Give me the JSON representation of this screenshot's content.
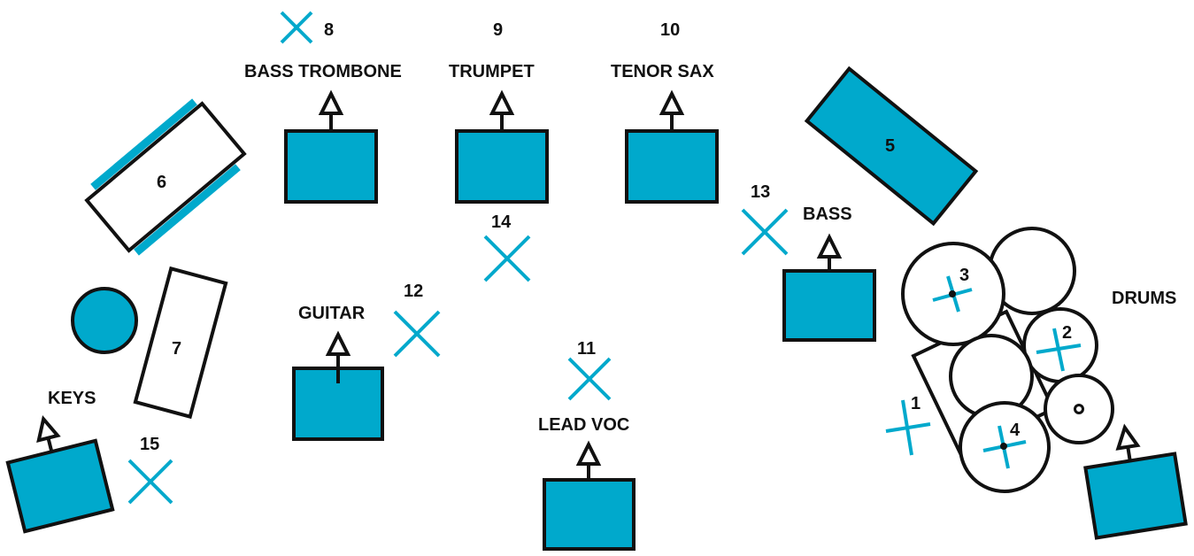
{
  "colors": {
    "accent": "#00a9cc",
    "ink": "#111111",
    "background": "#ffffff"
  },
  "labels": {
    "bass_trombone": "BASS TROMBONE",
    "trumpet": "TRUMPET",
    "tenor_sax": "TENOR SAX",
    "bass": "BASS",
    "guitar": "GUITAR",
    "lead_voc": "LEAD VOC",
    "keys": "KEYS",
    "drums": "DRUMS"
  },
  "numbers": {
    "n1": "1",
    "n2": "2",
    "n3": "3",
    "n4": "4",
    "n5": "5",
    "n6": "6",
    "n7": "7",
    "n8": "8",
    "n9": "9",
    "n10": "10",
    "n11": "11",
    "n12": "12",
    "n13": "13",
    "n14": "14",
    "n15": "15"
  }
}
